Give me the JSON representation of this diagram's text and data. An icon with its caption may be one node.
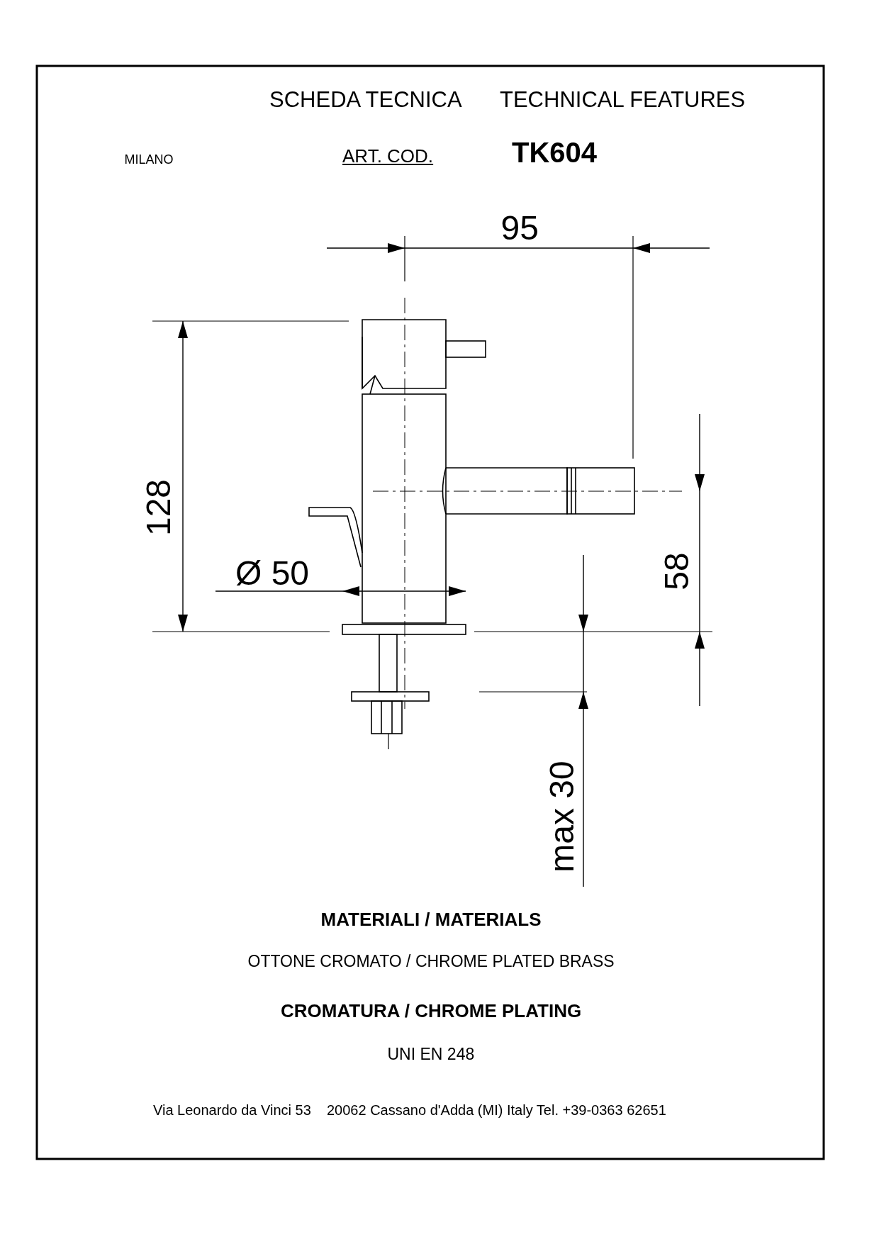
{
  "diagram": {
    "labels": [
      "SCHEDA TECNICA",
      "TECHNICAL FEATURES",
      "MILANO",
      "ART. COD.",
      "TK604",
      "95",
      "128",
      "Ø 50",
      "58",
      "max 30",
      "MATERIALI / MATERIALS",
      "OTTONE CROMATO  / CHROME PLATED BRASS",
      "CROMATURA / CHROME PLATING",
      "UNI EN 248",
      "Via Leonardo da Vinci 53    20062 Cassano d'Adda (MI) Italy Tel. +39-0363 62651"
    ]
  }
}
